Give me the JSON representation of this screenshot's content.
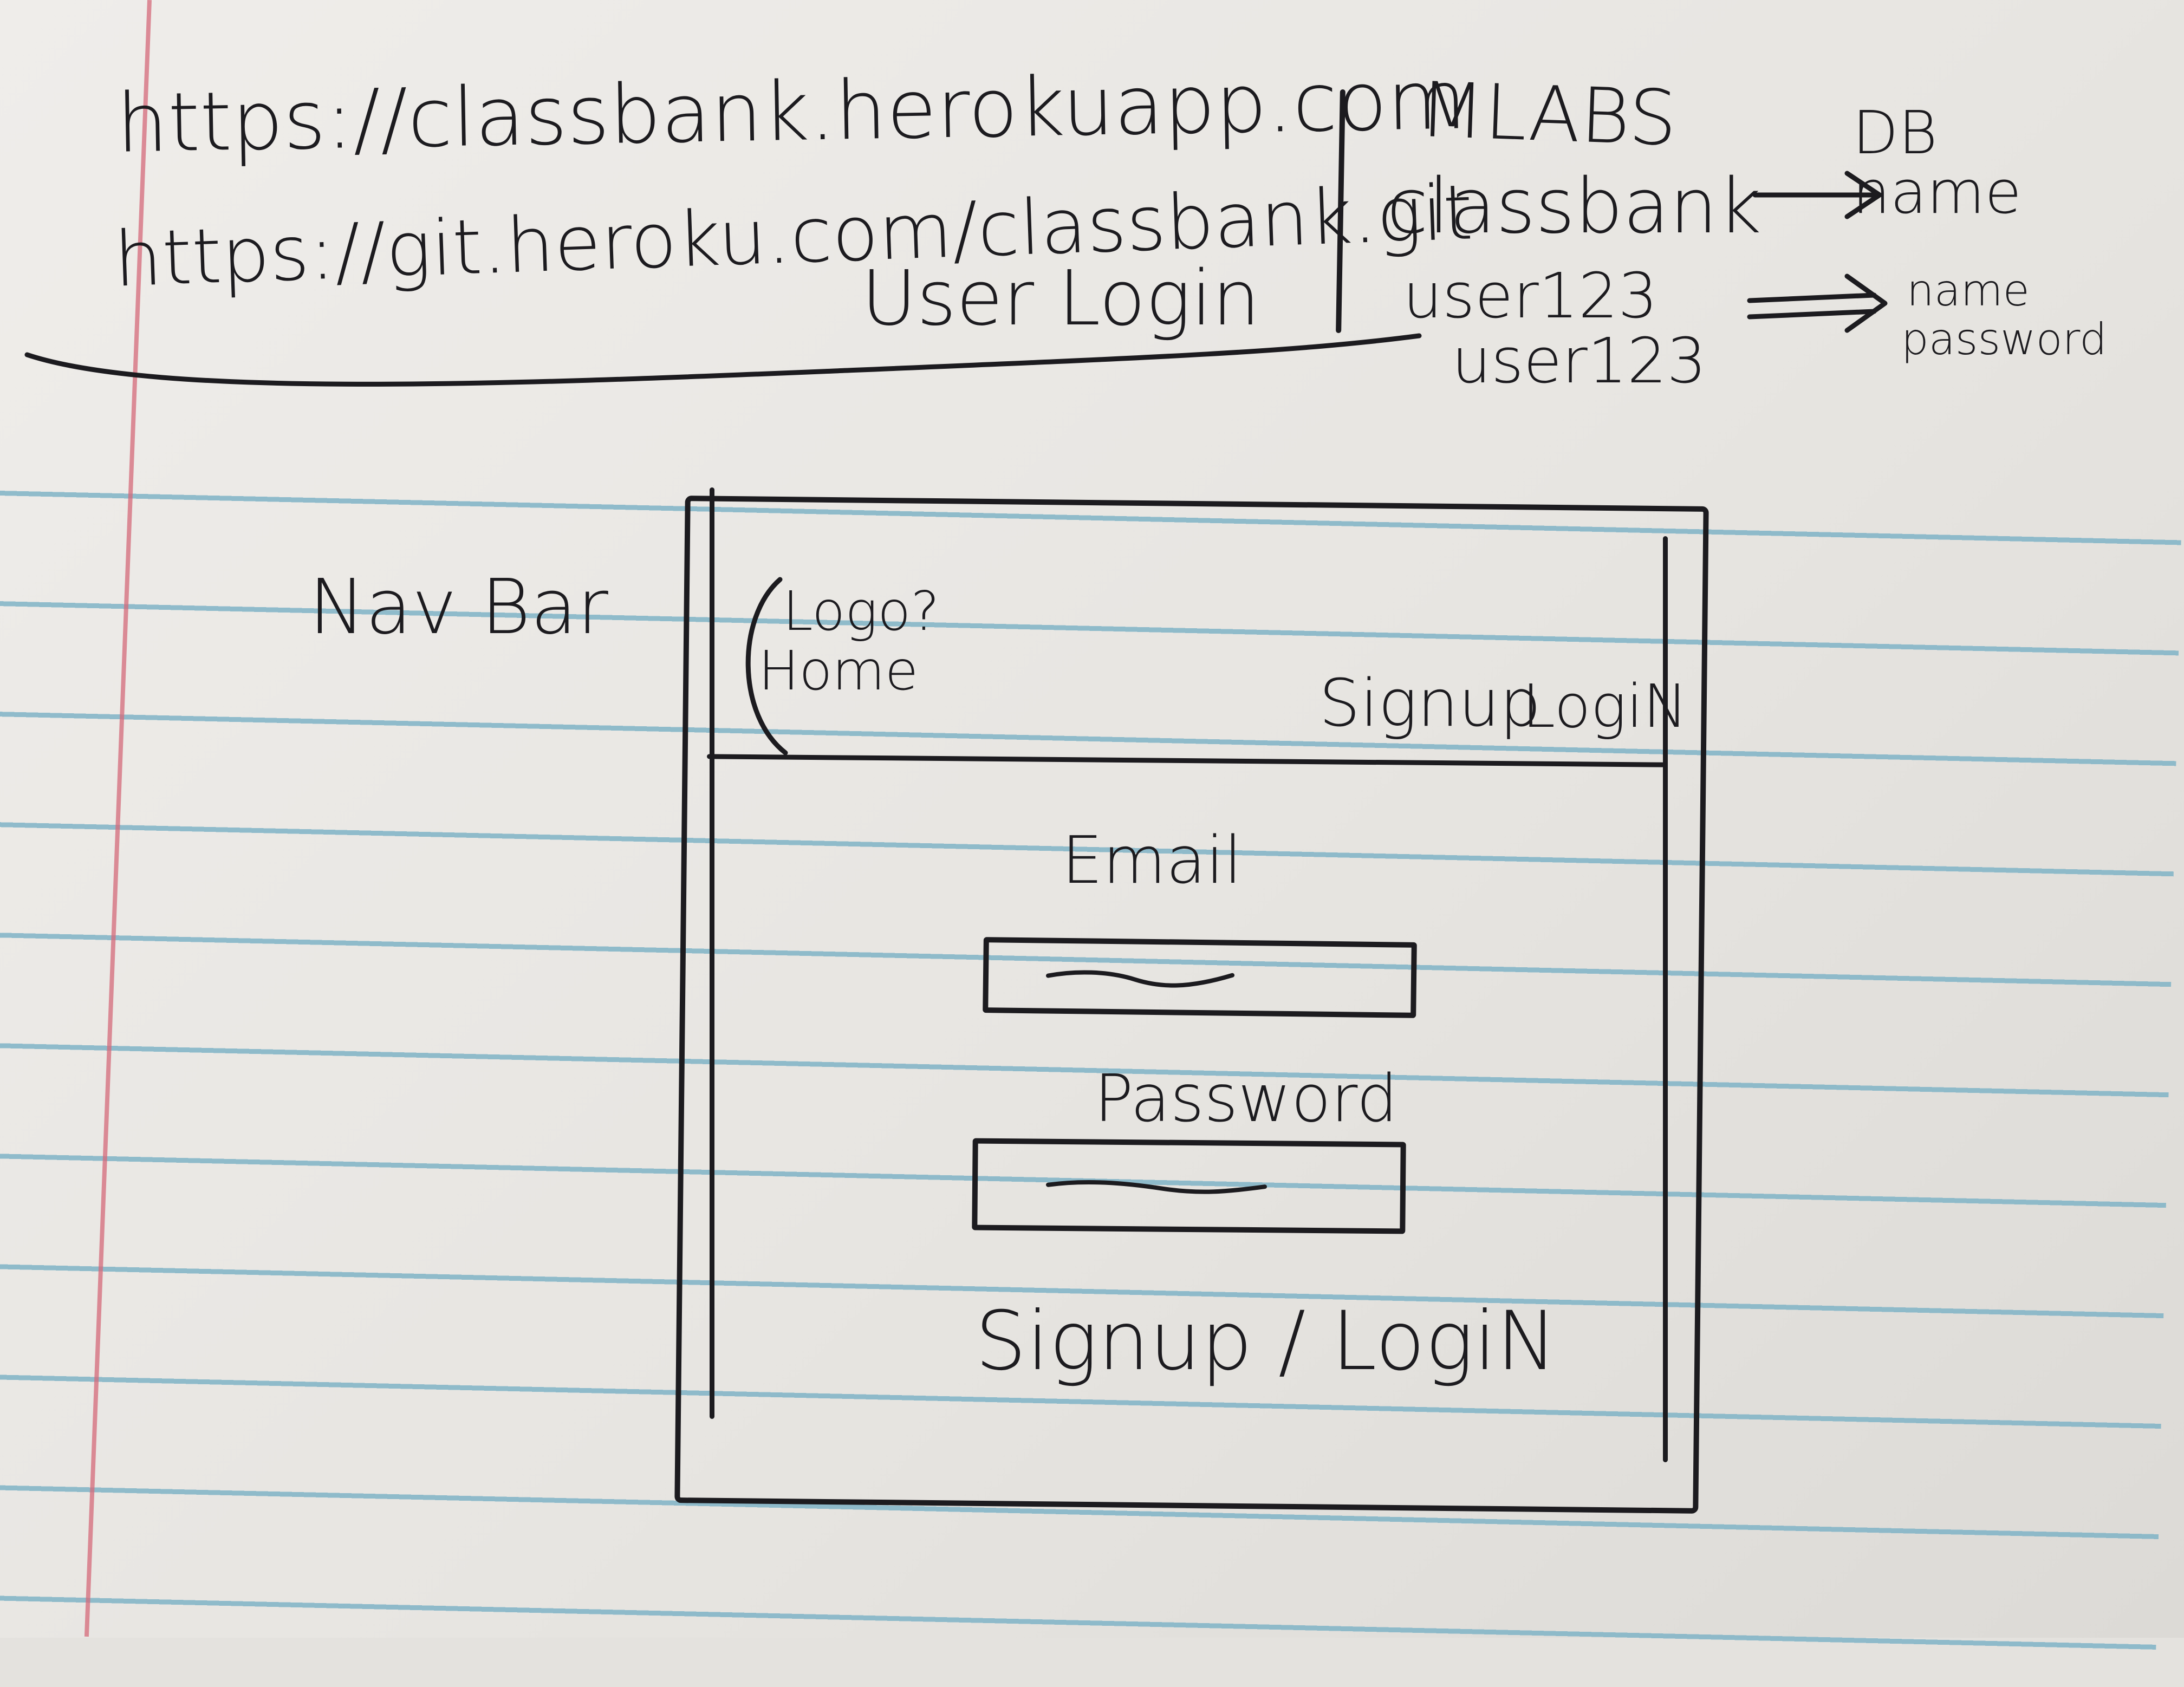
{
  "notes": {
    "url1": "https://classbank.herokuapp.com",
    "url2": "https://git.heroku.com/classbank.git",
    "caption": "User Login",
    "db_provider": "MLABS",
    "db_name_value": "classbank",
    "db_name_label": "DB name",
    "user_name_value": "user123",
    "user_password_value": "user123",
    "user_label_line1": "name",
    "user_label_line2": "password"
  },
  "wireframe": {
    "side_label": "Nav Bar",
    "logo_line1": "Logo?",
    "logo_line2": "Home",
    "nav_signup": "Signup",
    "nav_login": "LogiN",
    "email_label": "Email",
    "password_label": "Password",
    "submit_label": "Signup / LogiN"
  },
  "colors": {
    "ink": "#1c1b1f",
    "paper": "#e9e7e3",
    "rule_line": "#7fb3c6",
    "margin_line": "#d46a7a"
  }
}
